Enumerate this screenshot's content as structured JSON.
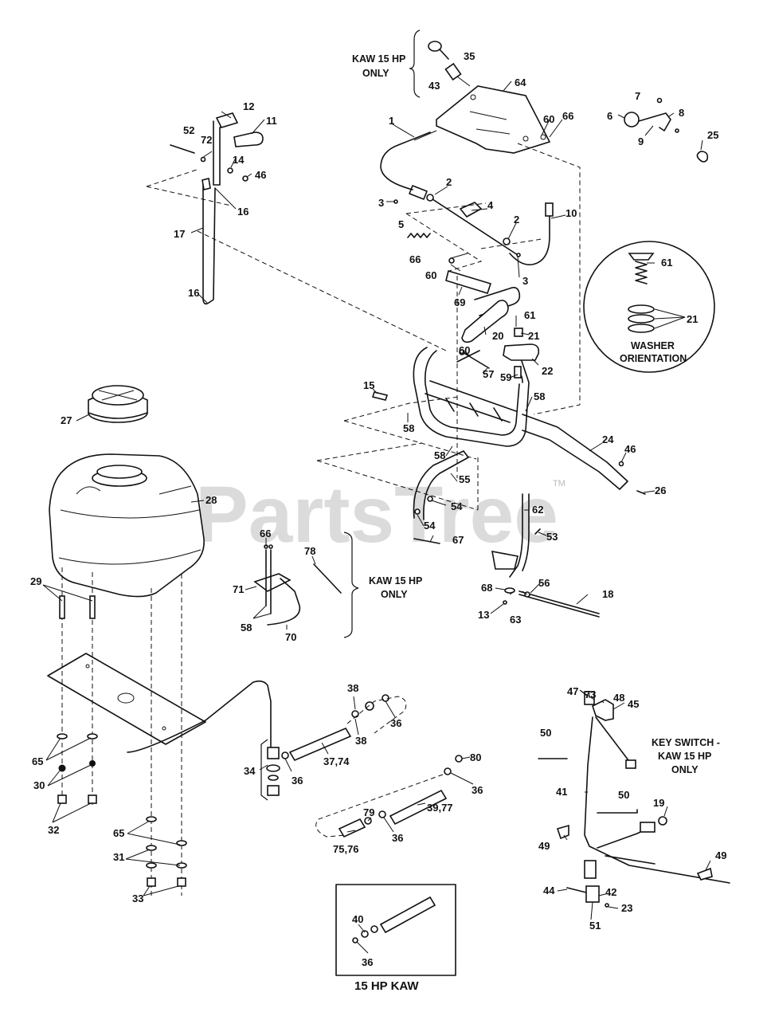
{
  "watermark": {
    "text": "PartsTree",
    "trademark": "TM"
  },
  "notes": {
    "kaw_top_line1": "KAW 15 HP",
    "kaw_top_line2": "ONLY",
    "kaw_mid_line1": "KAW 15 HP",
    "kaw_mid_line2": "ONLY",
    "washer_line1": "WASHER",
    "washer_line2": "ORIENTATION",
    "keyswitch_line1": "KEY SWITCH -",
    "keyswitch_line2": "KAW 15 HP",
    "keyswitch_line3": "ONLY",
    "inset_title": "15 HP KAW"
  },
  "callouts": {
    "c35": "35",
    "c43": "43",
    "c64": "64",
    "c60a": "60",
    "c66a": "66",
    "c7": "7",
    "c8": "8",
    "c6": "6",
    "c9": "9",
    "c25": "25",
    "c12": "12",
    "c11": "11",
    "c52": "52",
    "c72": "72",
    "c14": "14",
    "c46a": "46",
    "c16a": "16",
    "c17": "17",
    "c16b": "16",
    "c1": "1",
    "c2a": "2",
    "c3a": "3",
    "c4": "4",
    "c2b": "2",
    "c10": "10",
    "c5": "5",
    "c66b": "66",
    "c60b": "60",
    "c3b": "3",
    "c69": "69",
    "c61a": "61",
    "c21a": "21",
    "c20": "20",
    "c60c": "60",
    "c57": "57",
    "c59": "59",
    "c22": "22",
    "c61b": "61",
    "c21b": "21",
    "c15": "15",
    "c58a": "58",
    "c58b": "58",
    "c58c": "58",
    "c24": "24",
    "c46b": "46",
    "c26": "26",
    "c55": "55",
    "c54a": "54",
    "c54b": "54",
    "c67": "67",
    "c27": "27",
    "c28": "28",
    "c66c": "66",
    "c78": "78",
    "c71": "71",
    "c58d": "58",
    "c70": "70",
    "c62": "62",
    "c53": "53",
    "c68": "68",
    "c56": "56",
    "c18": "18",
    "c13": "13",
    "c63": "63",
    "c29": "29",
    "c65a": "65",
    "c30": "30",
    "c32": "32",
    "c65b": "65",
    "c31": "31",
    "c33": "33",
    "c38a": "38",
    "c36a": "36",
    "c38b": "38",
    "c34": "34",
    "c36b": "36",
    "c3774": "37,74",
    "c80": "80",
    "c36c": "36",
    "c79": "79",
    "c3977": "39,77",
    "c36d": "36",
    "c7576": "75,76",
    "c40": "40",
    "c36e": "36",
    "c73": "73",
    "c48": "48",
    "c47": "47",
    "c45": "45",
    "c50a": "50",
    "c41": "41",
    "c50b": "50",
    "c19": "19",
    "c49a": "49",
    "c49b": "49",
    "c44": "44",
    "c42": "42",
    "c23": "23",
    "c51": "51"
  }
}
